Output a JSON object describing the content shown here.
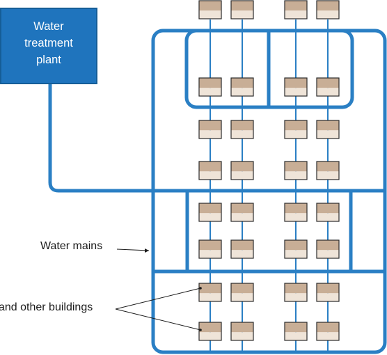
{
  "plant": {
    "lines": [
      "Water",
      "treatment",
      "plant"
    ]
  },
  "labels": {
    "mains": "Water mains",
    "buildings": "and other buildings"
  },
  "colors": {
    "pipe": "#2a7fc4",
    "plant_fill": "#1f74bd",
    "plant_border": "#155d97",
    "building_top": "#c8ae96",
    "building_bottom": "#efe4d8",
    "building_border": "#2b2b2b",
    "text": "#1a1a1a"
  }
}
